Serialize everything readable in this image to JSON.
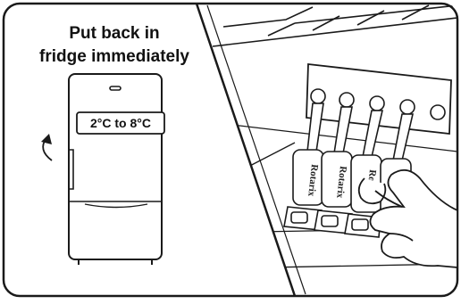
{
  "instruction": {
    "line1": "Put back in",
    "line2": "fridge immediately"
  },
  "fridge": {
    "temperature_label": "2°C to 8°C"
  },
  "product": {
    "brand": "Rotarix"
  },
  "icons": {
    "door": "curved-arrow-icon"
  },
  "colors": {
    "line": "#1a1a1a",
    "background": "#ffffff"
  }
}
